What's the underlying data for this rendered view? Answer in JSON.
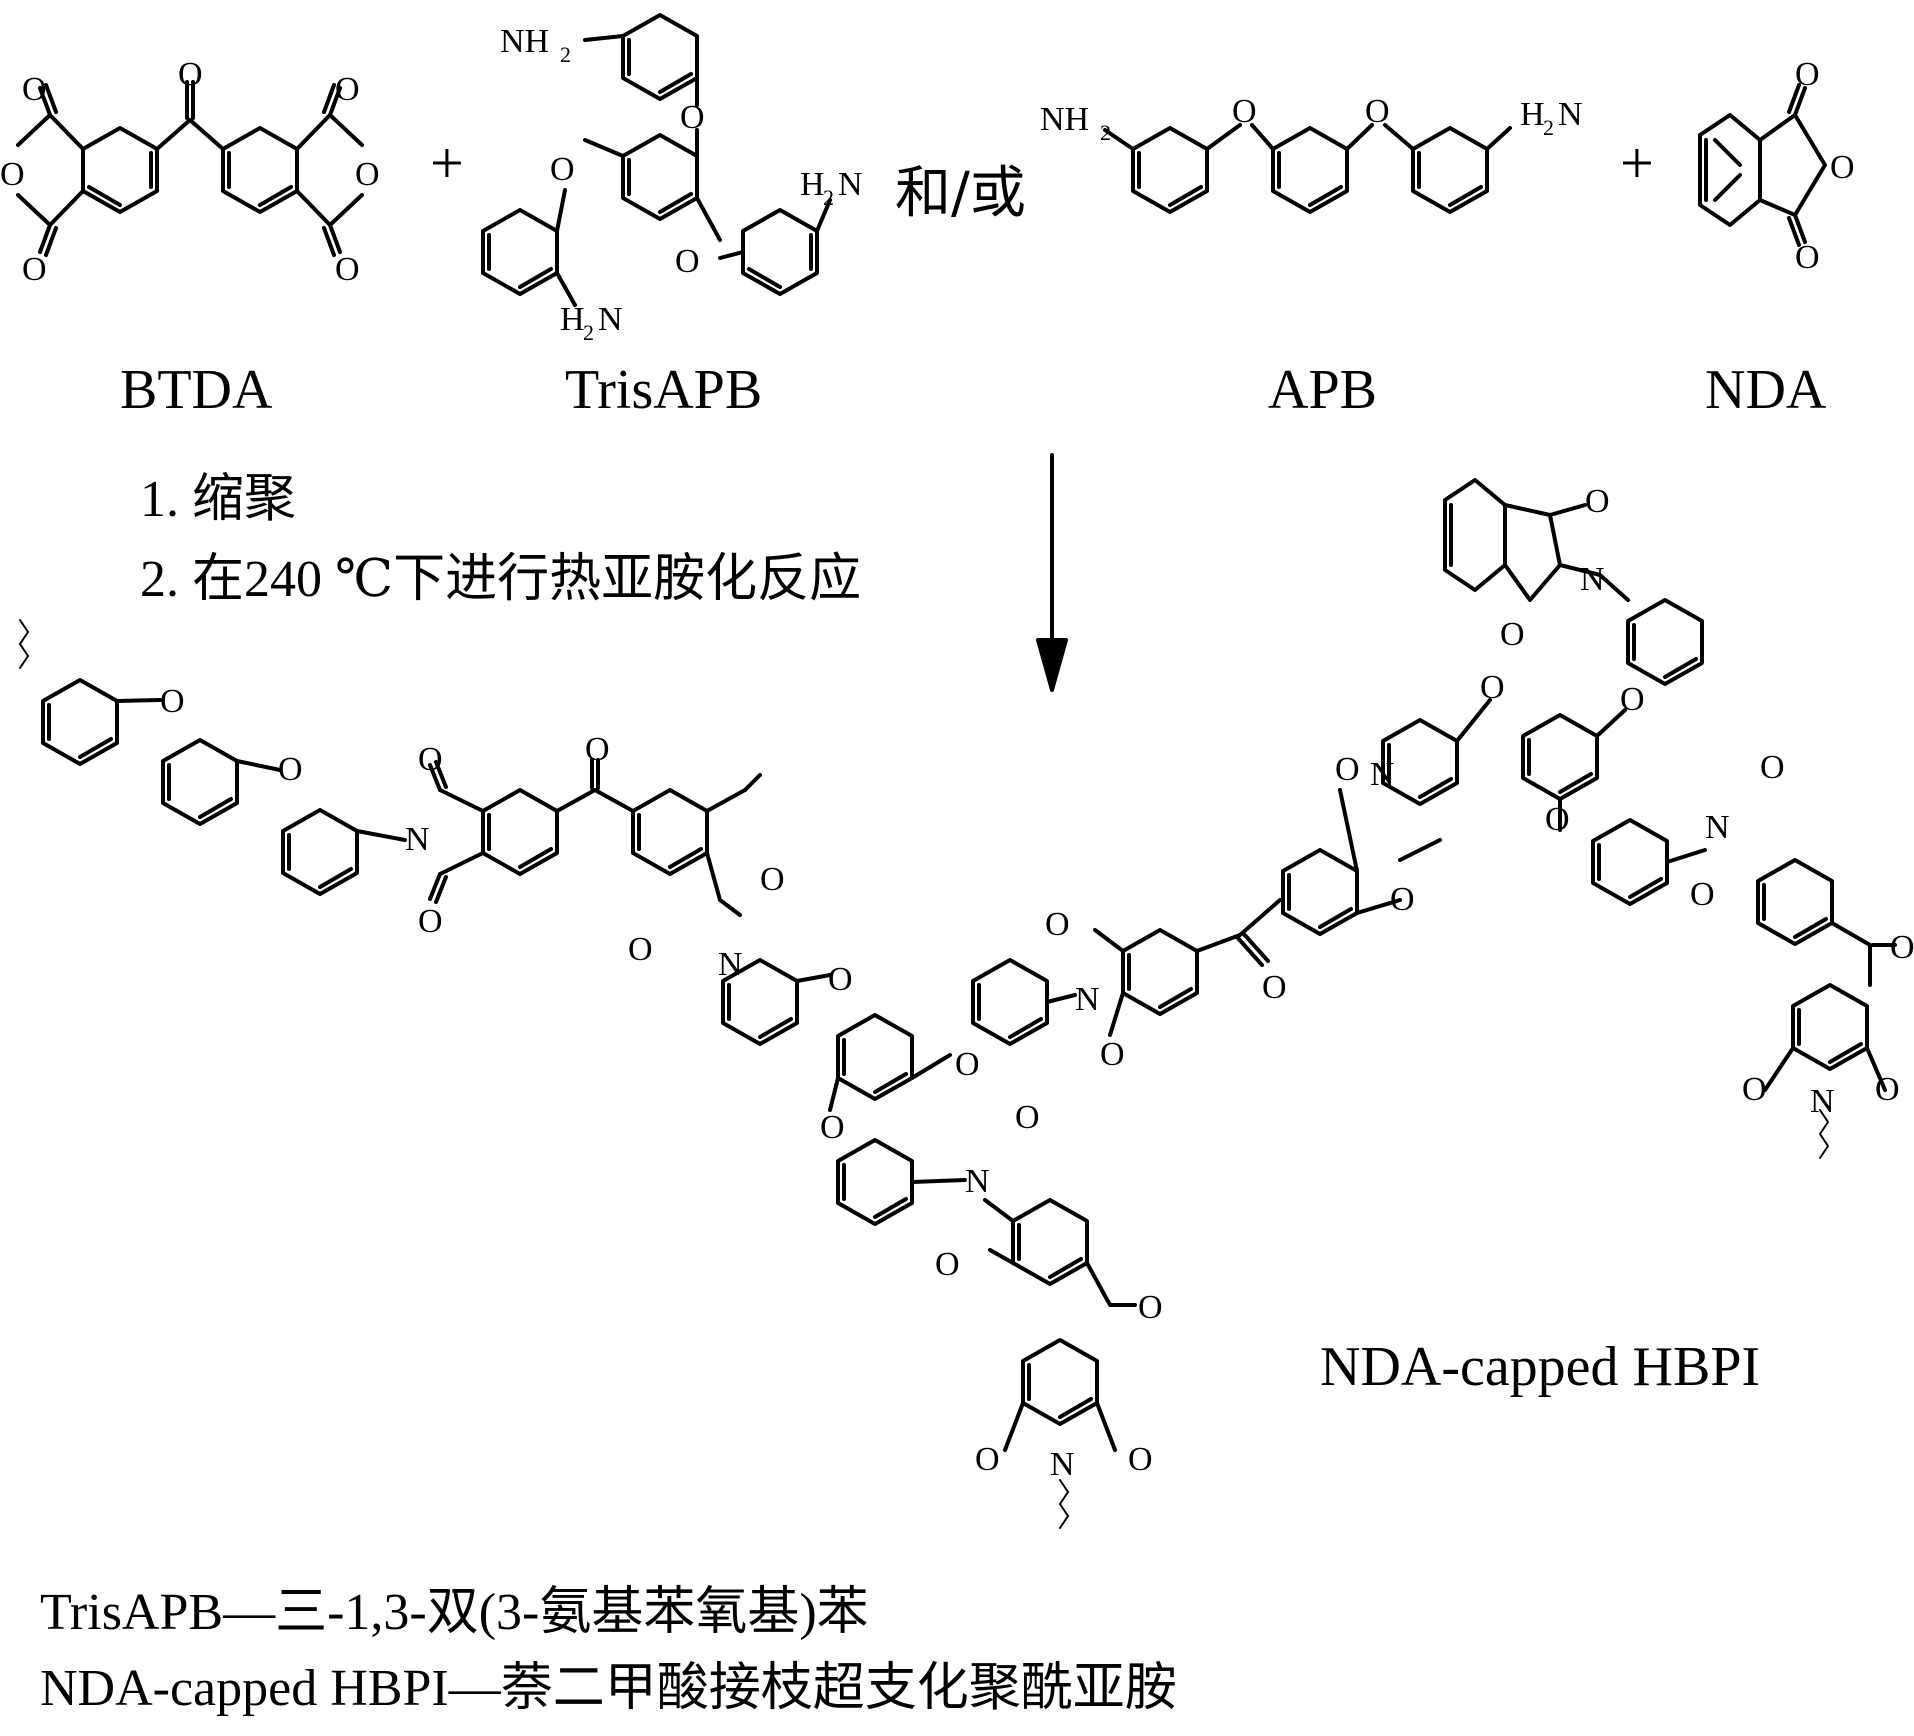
{
  "reactants": {
    "btda": "BTDA",
    "trisapb": "TrisAPB",
    "apb": "APB",
    "nda": "NDA",
    "plus": "+",
    "and_or": "和/或"
  },
  "atoms": {
    "o": "O",
    "n": "N",
    "nh2": "NH",
    "h2n": "H",
    "sub2": "2",
    "n_suffix": "N"
  },
  "steps": {
    "step1": "1. 缩聚",
    "step2": "2. 在240 ℃下进行热亚胺化反应"
  },
  "product": {
    "name": "NDA-capped HBPI"
  },
  "legend": {
    "line1": "TrisAPB—三-1,3-双(3-氨基苯氧基)苯",
    "line2": "NDA-capped HBPI—萘二甲酸接枝超支化聚酰亚胺"
  }
}
